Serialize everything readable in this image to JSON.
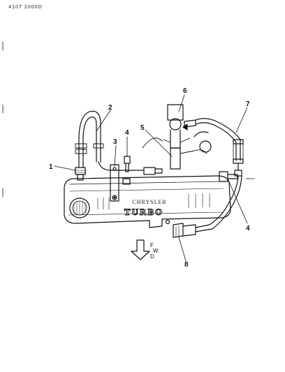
{
  "header": {
    "code": "4107  2000D"
  },
  "callouts": [
    {
      "id": "c1",
      "label": "1"
    },
    {
      "id": "c2",
      "label": "2"
    },
    {
      "id": "c3",
      "label": "3"
    },
    {
      "id": "c4a",
      "label": "4"
    },
    {
      "id": "c4b",
      "label": "4"
    },
    {
      "id": "c5",
      "label": "5"
    },
    {
      "id": "c6",
      "label": "6"
    },
    {
      "id": "c7",
      "label": "7"
    },
    {
      "id": "c8",
      "label": "8"
    }
  ],
  "cover": {
    "brand_small": "CHRYSLER",
    "brand_large": "TURBO"
  },
  "direction": {
    "f": "F",
    "w": "W",
    "d": "D"
  }
}
